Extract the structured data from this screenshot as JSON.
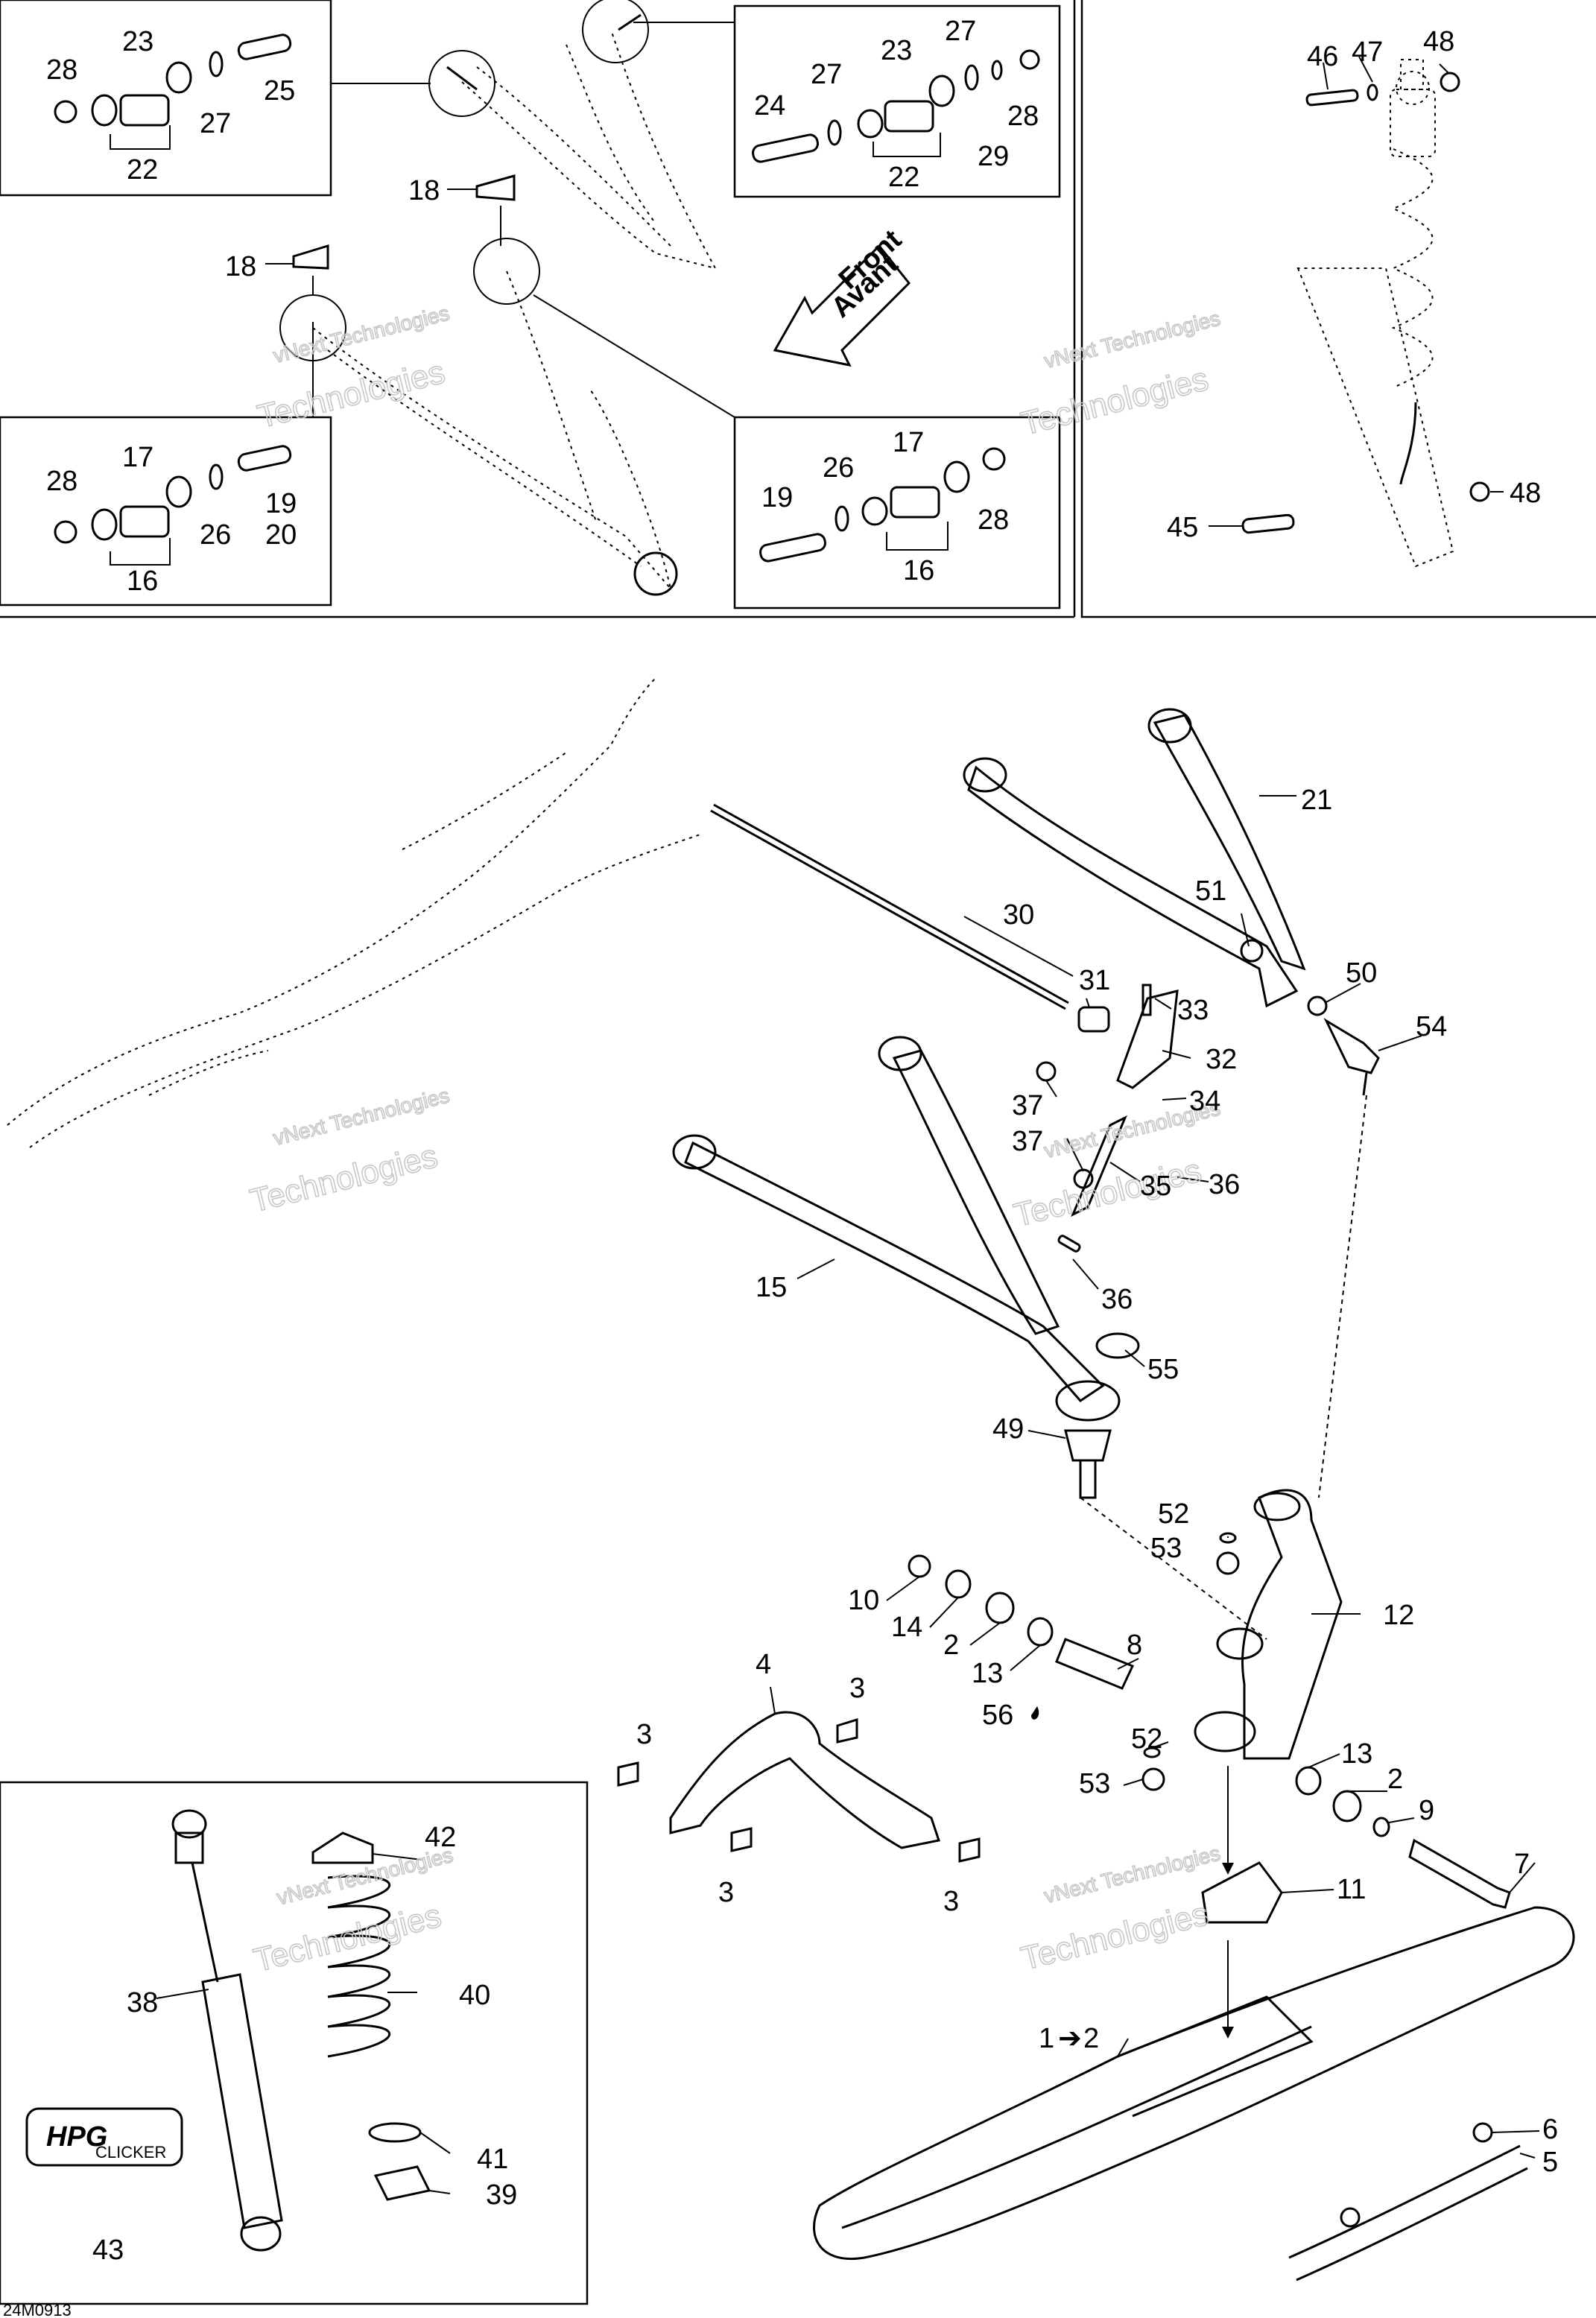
{
  "figure_code": "24M0913",
  "watermark": {
    "line1": "vNext Technologies",
    "line2": "Technologies"
  },
  "direction_arrow": {
    "line1": "Front",
    "line2": "Avant"
  },
  "labels": {
    "l1": "1",
    "l1to2": "2",
    "l2": "2",
    "l3": "3",
    "l4": "4",
    "l5": "5",
    "l6": "6",
    "l7": "7",
    "l8": "8",
    "l9": "9",
    "l10": "10",
    "l11": "11",
    "l12": "12",
    "l13": "13",
    "l14": "14",
    "l15": "15",
    "l16": "16",
    "l17": "17",
    "l18": "18",
    "l19": "19",
    "l20": "20",
    "l21": "21",
    "l22": "22",
    "l23": "23",
    "l24": "24",
    "l25": "25",
    "l26": "26",
    "l27": "27",
    "l28": "28",
    "l29": "29",
    "l30": "30",
    "l31": "31",
    "l32": "32",
    "l33": "33",
    "l34": "34",
    "l35": "35",
    "l36": "36",
    "l37": "37",
    "l38": "38",
    "l39": "39",
    "l40": "40",
    "l41": "41",
    "l42": "42",
    "l43": "43",
    "l45": "45",
    "l46": "46",
    "l47": "47",
    "l48": "48",
    "l49": "49",
    "l50": "50",
    "l51": "51",
    "l52": "52",
    "l53": "53",
    "l54": "54",
    "l55": "55",
    "l56": "56"
  },
  "badge": {
    "logo": "HPG",
    "subtext": "CLICKER"
  }
}
